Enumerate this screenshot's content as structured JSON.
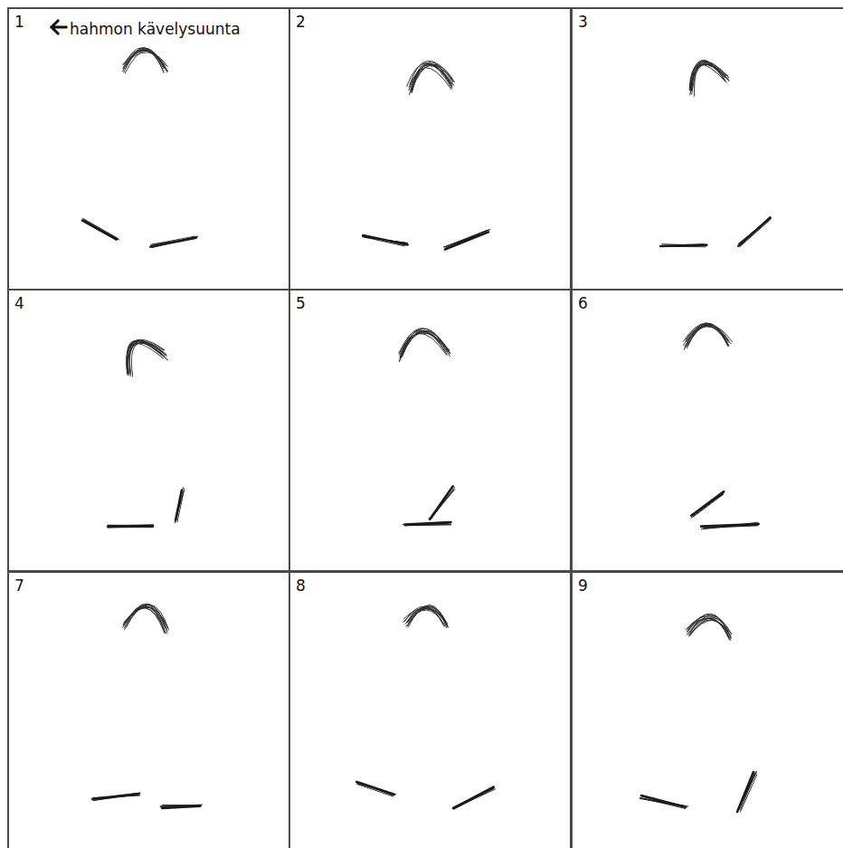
{
  "diagram": {
    "nodes": [
      {
        "text": [
          "1",
          "hahmon kävelysuunta"
        ]
      },
      {
        "text": [
          "2"
        ]
      },
      {
        "text": [
          "3"
        ]
      },
      {
        "text": [
          "4"
        ]
      },
      {
        "text": [
          "5"
        ]
      },
      {
        "text": [
          "6"
        ]
      },
      {
        "text": [
          "7"
        ]
      },
      {
        "text": [
          "8"
        ]
      },
      {
        "text": [
          "9"
        ]
      }
    ]
  }
}
